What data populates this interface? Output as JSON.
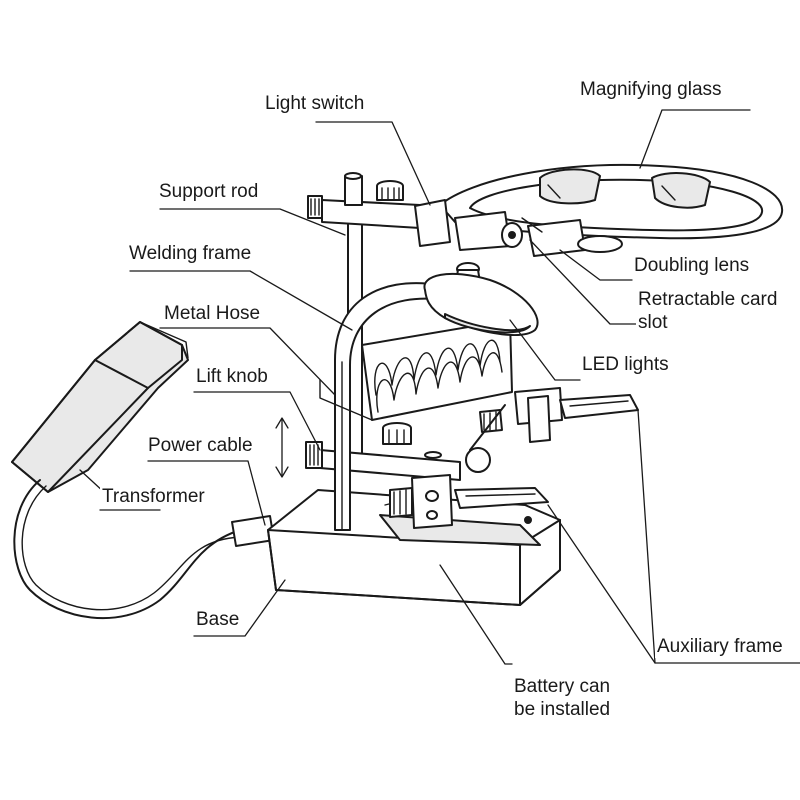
{
  "labels": {
    "light_switch": "Light switch",
    "magnifying_glass": "Magnifying glass",
    "support_rod": "Support rod",
    "welding_frame": "Welding frame",
    "doubling_lens": "Doubling lens",
    "retractable_card_slot_line1": "Retractable card",
    "retractable_card_slot_line2": "slot",
    "metal_hose": "Metal Hose",
    "led_lights": "LED lights",
    "lift_knob": "Lift knob",
    "power_cable": "Power cable",
    "transformer": "Transformer",
    "base": "Base",
    "auxiliary_frame": "Auxiliary frame",
    "battery_line1": "Battery can",
    "battery_line2": "be installed"
  },
  "colors": {
    "line": "#1a1a1a",
    "background": "#ffffff"
  }
}
